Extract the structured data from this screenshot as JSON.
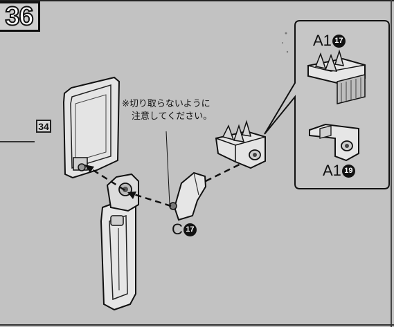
{
  "step": {
    "number": "36"
  },
  "reference": {
    "number": "34"
  },
  "note": {
    "line1": "※切り取らないように",
    "line2": "注意してください。"
  },
  "parts": {
    "c": {
      "letter": "C",
      "runner": "17"
    },
    "a_top": {
      "letter": "A1",
      "runner": "17"
    },
    "a_bottom": {
      "letter": "A1",
      "runner": "19"
    }
  },
  "colors": {
    "ink": "#111111",
    "paper": "#c2c2c2",
    "part_fill": "#e6e6e6"
  }
}
